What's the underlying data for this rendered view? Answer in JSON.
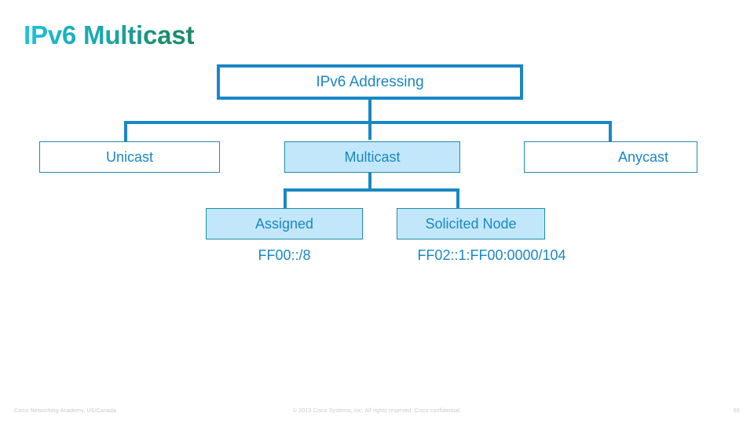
{
  "slide": {
    "title": "IPv6 Multicast",
    "page_number": "66"
  },
  "colors": {
    "root_border": "#1A87C4",
    "node_border": "#1F8CA8",
    "node_fill_highlight": "#C2E7FA",
    "node_fill_plain": "#FFFFFF",
    "text_blue": "#1A87C4",
    "connector": "#1A87C4",
    "title_gradient_start": "#1EC3D6",
    "title_gradient_end": "#1C8A6A",
    "footer_text": "#C9C9C9",
    "background": "#FFFFFF"
  },
  "diagram": {
    "root": {
      "label": "IPv6 Addressing"
    },
    "level2": [
      {
        "label": "Unicast"
      },
      {
        "label": "Multicast"
      },
      {
        "label": "Anycast"
      }
    ],
    "level3": [
      {
        "label": "Assigned",
        "caption": "FF00::/8"
      },
      {
        "label": "Solicited Node",
        "caption": "FF02::1:FF00:0000/104"
      }
    ]
  },
  "footer": {
    "left": "Cisco Networking Academy, US/Canada",
    "center": "© 2013 Cisco Systems, Inc. All rights reserved. Cisco confidential.",
    "page": "66"
  }
}
